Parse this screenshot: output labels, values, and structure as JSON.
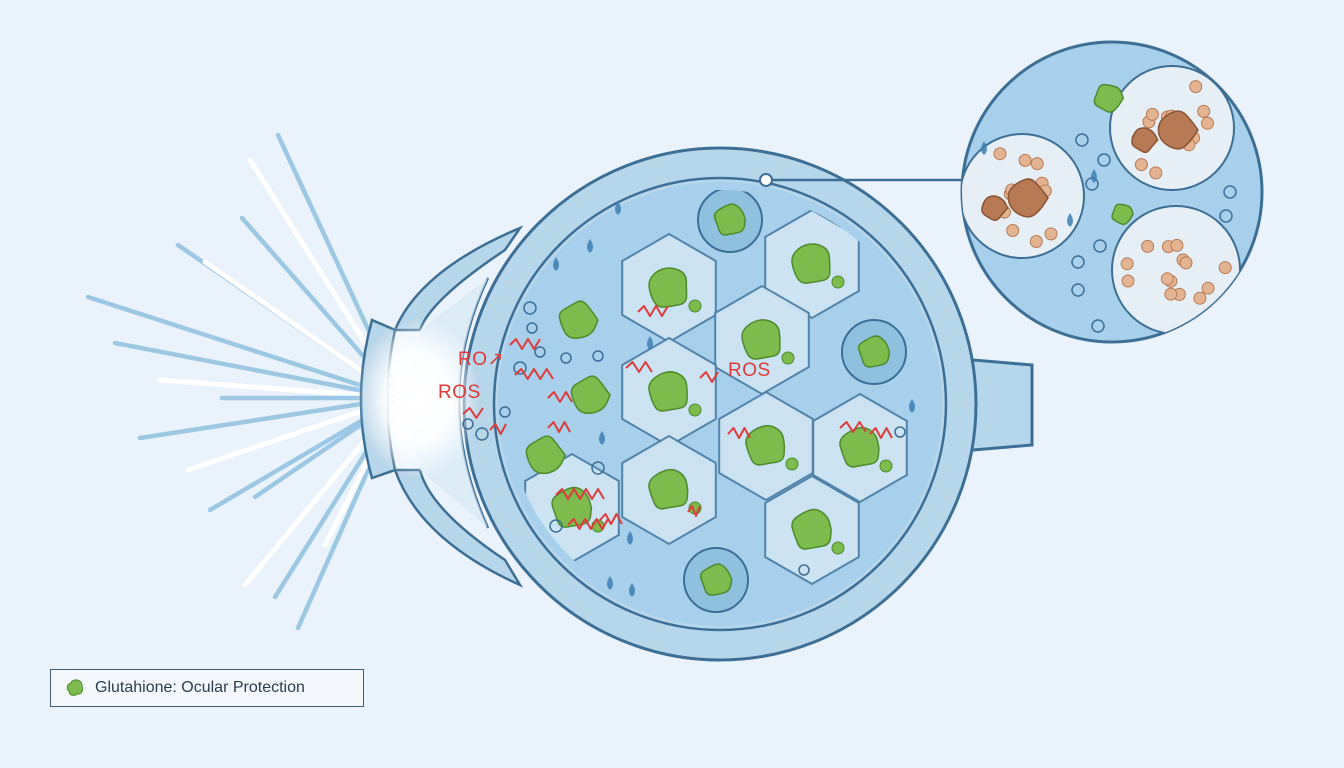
{
  "labels": {
    "ros_1": "RO↗",
    "ros_2": "ROS",
    "ros_3": "ROS"
  },
  "legend": {
    "text": "Glutahione: Ocular Protection"
  },
  "colors": {
    "background": "#eaf3fb",
    "eye_wall": "#b8d6ea",
    "eye_outline": "#3d6f96",
    "cell_fill": "#cde4f3",
    "glutathione_green": "#7dbb4c",
    "ros_red": "#e03a3a",
    "oxidized_brown": "#b87a55",
    "light_ray": "#9cc8e6"
  }
}
